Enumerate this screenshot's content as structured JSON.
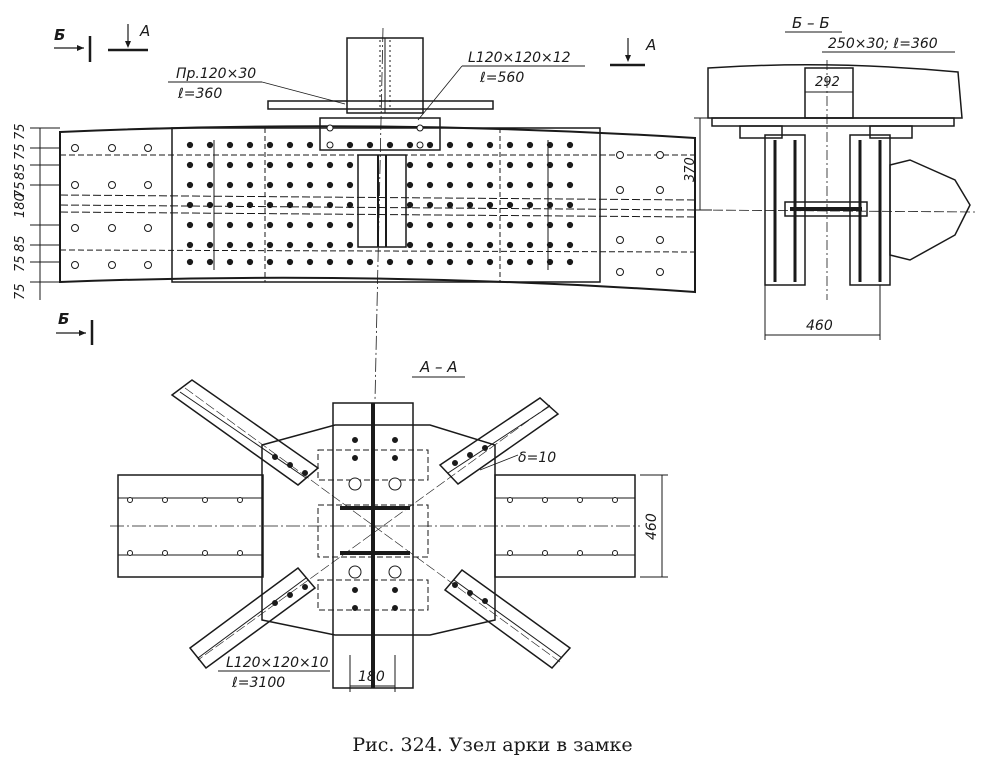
{
  "section_marks": {
    "b_left_top": "Б",
    "b_left_bottom": "Б",
    "a_left": "А",
    "a_right": "А"
  },
  "labels": {
    "plate_profile": "Пр.120×30",
    "plate_length": "ℓ=360",
    "angle_profile": "L120×120×12",
    "angle_length": "ℓ=560",
    "section_bb_title": "Б – Б",
    "section_bb_plate": "250×30; ℓ=360",
    "section_aa_title": "А – А",
    "gusset_thickness": "δ=10",
    "brace_profile": "L120×120×10",
    "brace_length": "ℓ=3100"
  },
  "dimensions": {
    "left_stack": [
      "75",
      "75",
      "85",
      "75",
      "180",
      "85",
      "75",
      "75"
    ],
    "bb_width_292": "292",
    "bb_height_370": "370",
    "bb_width_460": "460",
    "aa_height_460": "460",
    "aa_width_180": "180"
  },
  "caption": "Рис. 324. Узел арки в замке"
}
